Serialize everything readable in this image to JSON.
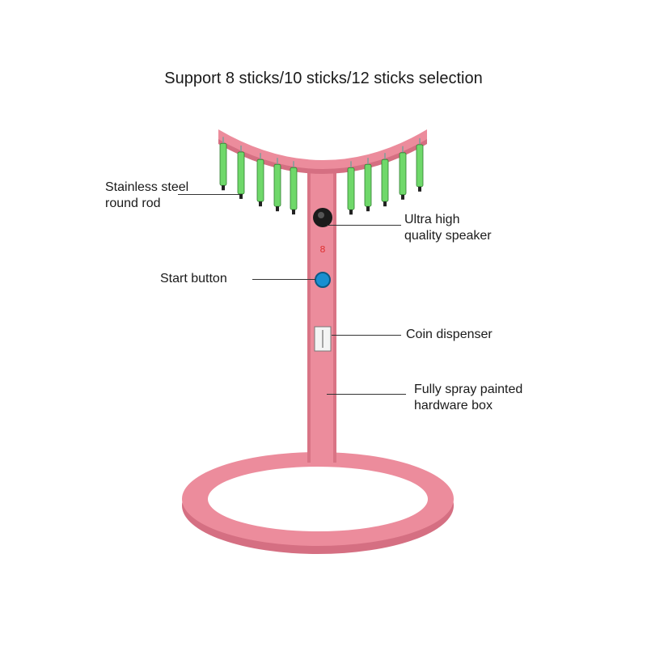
{
  "title": "Support 8 sticks/10 sticks/12 sticks selection",
  "callouts": {
    "rod": [
      "Stainless steel",
      "round rod"
    ],
    "speaker": [
      "Ultra high",
      "quality speaker"
    ],
    "start": "Start button",
    "coin": "Coin dispenser",
    "box": [
      "Fully spray painted",
      "hardware box"
    ]
  },
  "colors": {
    "frame": "#ec8c9c",
    "frame_dark": "#d97485",
    "stick": "#6fd86a",
    "stick_dark": "#2f7d2f",
    "button": "#1a8fd0"
  },
  "digit_display": "8"
}
